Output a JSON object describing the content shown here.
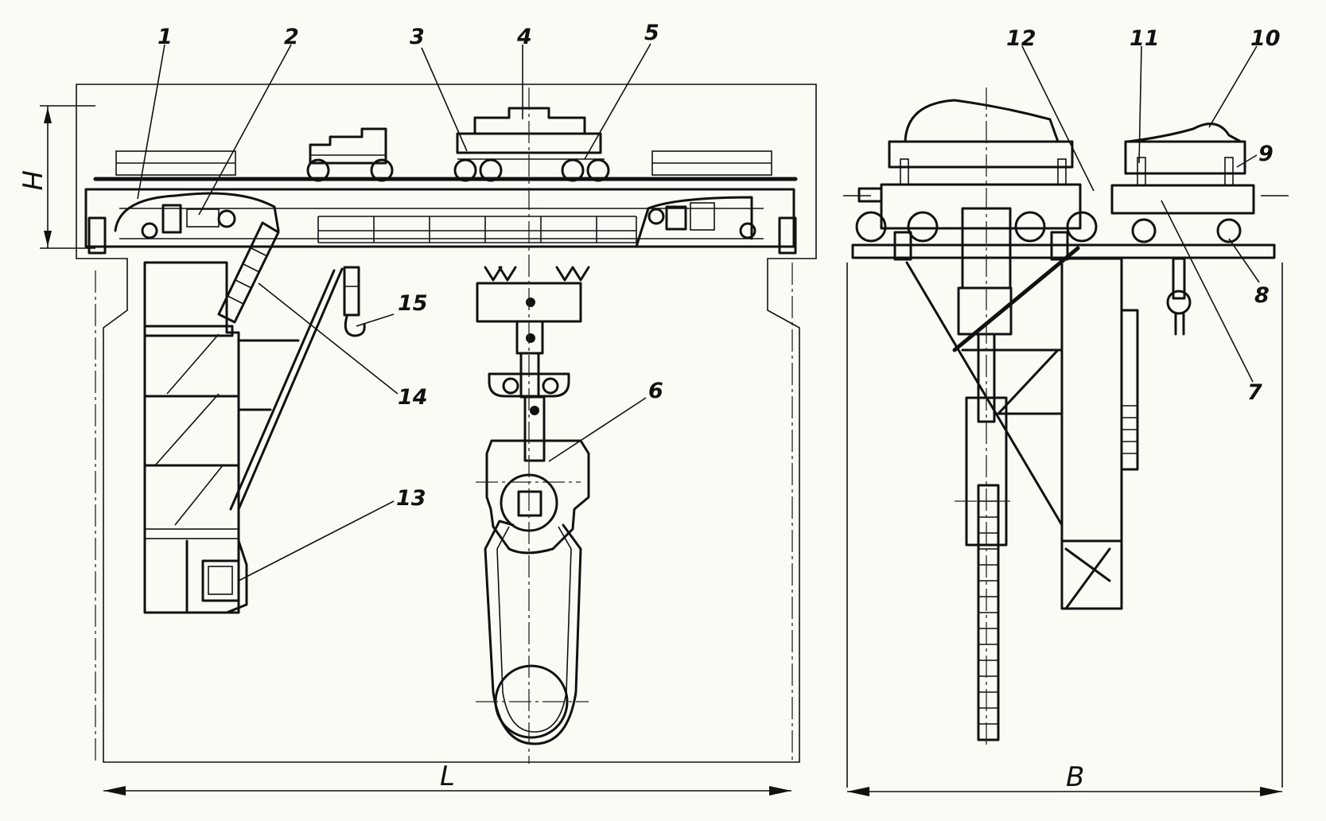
{
  "labels": {
    "l1": "1",
    "l2": "2",
    "l3": "3",
    "l4": "4",
    "l5": "5",
    "l6": "6",
    "l7": "7",
    "l8": "8",
    "l9": "9",
    "l10": "10",
    "l11": "11",
    "l12": "12",
    "l13": "13",
    "l14": "14",
    "l15": "15"
  },
  "dimensions": {
    "span": "L",
    "width": "B",
    "height": "H"
  }
}
